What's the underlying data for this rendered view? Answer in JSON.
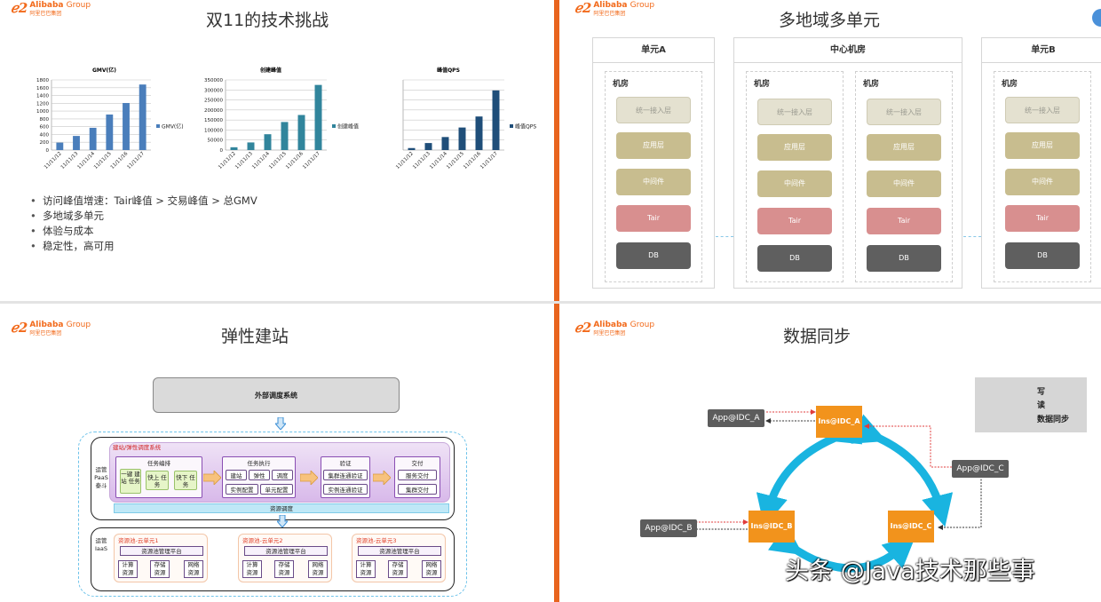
{
  "logo": {
    "brand": "Alibaba",
    "group": "Group",
    "cn": "阿里巴巴集团"
  },
  "slide1": {
    "title": "双11的技术挑战",
    "bullets": [
      "访问峰值增速：Tair峰值 > 交易峰值 > 总GMV",
      "多地域多单元",
      "体验与成本",
      "稳定性，高可用"
    ]
  },
  "chart_data": [
    {
      "type": "bar",
      "title": "GMV(亿)",
      "categories": [
        "11/11/12",
        "11/11/13",
        "11/11/14",
        "11/11/15",
        "11/11/16",
        "11/11/17"
      ],
      "series": [
        {
          "name": "GMV(亿)",
          "values": [
            191,
            362,
            571,
            912,
            1207,
            1682
          ]
        }
      ],
      "ylim": [
        0,
        1800
      ],
      "yticks": [
        "0",
        "200",
        "400",
        "600",
        "800",
        "1000",
        "1200",
        "1400",
        "1600",
        "1800"
      ],
      "color": "#4a7ebb"
    },
    {
      "type": "bar",
      "title": "创建峰值",
      "categories": [
        "11/11/12",
        "11/11/13",
        "11/11/14",
        "11/11/15",
        "11/11/16",
        "11/11/17"
      ],
      "series": [
        {
          "name": "创建峰值",
          "values": [
            14000,
            38000,
            79000,
            140000,
            175000,
            325000
          ]
        }
      ],
      "ylim": [
        0,
        350000
      ],
      "yticks": [
        "0",
        "50000",
        "100000",
        "150000",
        "200000",
        "250000",
        "300000",
        "350000"
      ],
      "color": "#31859c"
    },
    {
      "type": "bar",
      "title": "峰值QPS",
      "categories": [
        "11/11/12",
        "11/11/13",
        "11/11/14",
        "11/11/15",
        "11/11/16",
        "11/11/17"
      ],
      "series": [
        {
          "name": "峰值QPS",
          "values": [
            4,
            14,
            26,
            45,
            67,
            119
          ]
        }
      ],
      "ylim": [
        0,
        140
      ],
      "yticks": [
        "",
        "",
        "",
        "",
        "",
        "",
        "",
        ""
      ],
      "color": "#1f4e79"
    }
  ],
  "slide2": {
    "title": "多地域多单元",
    "cols": [
      "单元A",
      "中心机房",
      "单元B"
    ],
    "room": "机房",
    "layers": [
      "统一接入层",
      "应用层",
      "中间件",
      "Tair",
      "DB"
    ]
  },
  "slide3": {
    "title": "弹性建站",
    "ext": "外部调度系统",
    "paas_side": "运管 PaaS 泰斗",
    "iaas_side": "运管 IaaS",
    "system": "建站/弹性调度系统",
    "g1": {
      "title": "任务编排",
      "items": [
        "一键 建站 任务",
        "快上 任务",
        "快下 任务"
      ]
    },
    "g2": {
      "title": "任务执行",
      "items": [
        "建站",
        "弹性",
        "调度",
        "实例配置",
        "单元配置"
      ]
    },
    "g3": {
      "title": "验证",
      "items": [
        "集群连通验证",
        "实例连通验证"
      ]
    },
    "g4": {
      "title": "交付",
      "items": [
        "服务交付",
        "集群交付"
      ]
    },
    "sched": "资源调度",
    "pools": [
      "资源池-云单元1",
      "资源池-云单元2",
      "资源池-云单元3"
    ],
    "pool_mgr": "资源池管理平台",
    "res": [
      "计算 资源",
      "存储 资源",
      "网络 资源"
    ]
  },
  "slide4": {
    "title": "数据同步",
    "ins": [
      "Ins@IDC_A",
      "Ins@IDC_B",
      "Ins@IDC_C"
    ],
    "apps": [
      "App@IDC_A",
      "App@IDC_B",
      "App@IDC_C"
    ],
    "legend": [
      "写",
      "读",
      "数据同步"
    ],
    "colors": {
      "write": "#e03c3c",
      "read": "#333333",
      "sync": "#19b4e0",
      "ins": "#f2931c"
    }
  },
  "watermark": "头条 @Java技术那些事"
}
